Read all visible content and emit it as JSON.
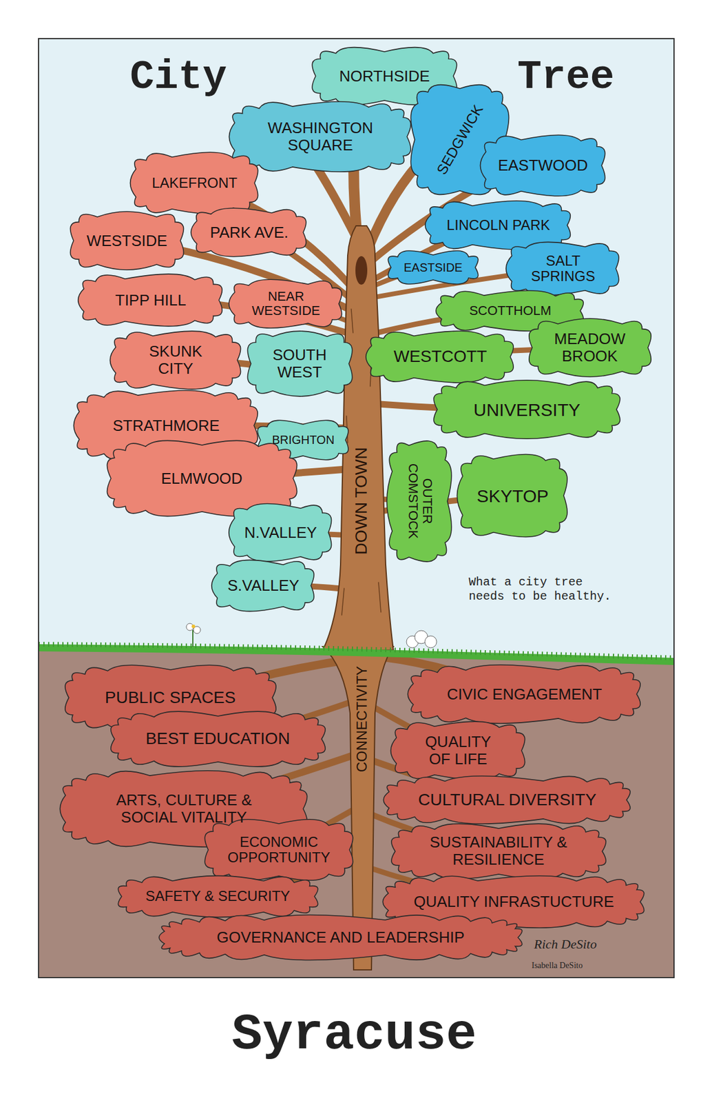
{
  "diagram": {
    "title": "City Tree",
    "caption": "Syracuse",
    "nodes": [
      {
        "text": [
          "NORTHSIDE"
        ]
      },
      {
        "text": [
          "WASHINGTON SQUARE"
        ]
      },
      {
        "text": [
          "SEDGWICK"
        ]
      },
      {
        "text": [
          "EASTWOOD"
        ]
      },
      {
        "text": [
          "LAKEFRONT"
        ]
      },
      {
        "text": [
          "LINCOLN PARK"
        ]
      },
      {
        "text": [
          "WESTSIDE"
        ]
      },
      {
        "text": [
          "PARK AVE."
        ]
      },
      {
        "text": [
          "EASTSIDE"
        ]
      },
      {
        "text": [
          "SALT SPRINGS"
        ]
      },
      {
        "text": [
          "TIPP HILL"
        ]
      },
      {
        "text": [
          "NEAR WESTSIDE"
        ]
      },
      {
        "text": [
          "SCOTTHOLM"
        ]
      },
      {
        "text": [
          "SKUNK CITY"
        ]
      },
      {
        "text": [
          "SOUTH WEST"
        ]
      },
      {
        "text": [
          "WESTCOTT"
        ]
      },
      {
        "text": [
          "MEADOW BROOK"
        ]
      },
      {
        "text": [
          "UNIVERSITY"
        ]
      },
      {
        "text": [
          "STRATHMORE"
        ]
      },
      {
        "text": [
          "BRIGHTON"
        ]
      },
      {
        "text": [
          "ELMWOOD"
        ]
      },
      {
        "text": [
          "OUTER COMSTOCK"
        ]
      },
      {
        "text": [
          "SKYTOP"
        ]
      },
      {
        "text": [
          "N.VALLEY"
        ]
      },
      {
        "text": [
          "S.VALLEY"
        ]
      },
      {
        "text": [
          "PUBLIC SPACES"
        ]
      },
      {
        "text": [
          "CIVIC ENGAGEMENT"
        ]
      },
      {
        "text": [
          "BEST EDUCATION"
        ]
      },
      {
        "text": [
          "QUALITY OF LIFE"
        ]
      },
      {
        "text": [
          "ARTS, CULTURE & SOCIAL VITALITY"
        ]
      },
      {
        "text": [
          "CULTURAL DIVERSITY"
        ]
      },
      {
        "text": [
          "ECONOMIC OPPORTUNITY"
        ]
      },
      {
        "text": [
          "SUSTAINABILITY & RESILIENCE"
        ]
      },
      {
        "text": [
          "SAFETY & SECURITY"
        ]
      },
      {
        "text": [
          "QUALITY INFRASTUCTURE"
        ]
      },
      {
        "text": [
          "GOVERNANCE AND LEADERSHIP"
        ]
      }
    ],
    "labels": [
      "DOWN TOWN",
      "CONNECTIVITY",
      "What a city tree needs to be healthy.",
      "Rich DeSito",
      "Isabella DeSito"
    ]
  }
}
